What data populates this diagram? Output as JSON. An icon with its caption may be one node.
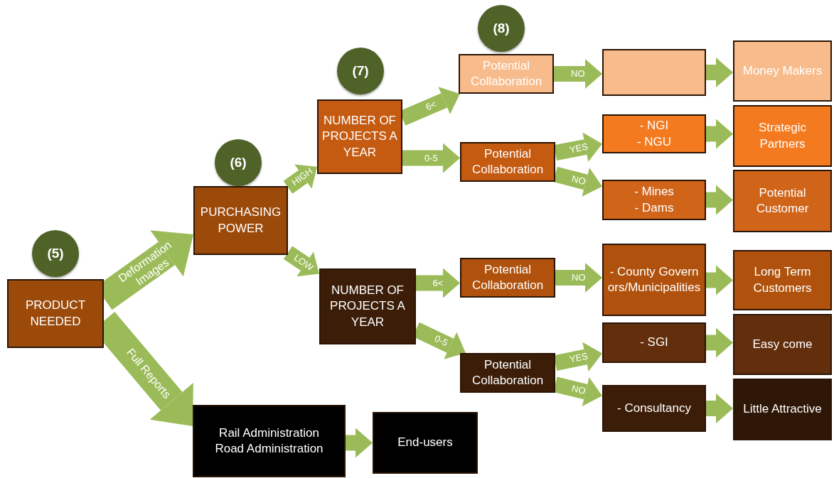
{
  "diagram": {
    "nodes": [
      {
        "text": [
          "(5)"
        ]
      },
      {
        "text": [
          "PRODUCT NEEDED"
        ]
      },
      {
        "text": [
          "(6)"
        ]
      },
      {
        "text": [
          "PURCHASING POWER"
        ]
      },
      {
        "text": [
          "(7)"
        ]
      },
      {
        "text": [
          "NUMBER OF PROJECTS A YEAR"
        ]
      },
      {
        "text": [
          "(8)"
        ]
      },
      {
        "text": [
          "Potential Collaboration"
        ]
      },
      {
        "text": [],
        "shape": "box"
      },
      {
        "text": [
          "Money Makers"
        ]
      },
      {
        "text": [
          "Potential Collaboration"
        ]
      },
      {
        "text": [
          "- NGI",
          "- NGU"
        ]
      },
      {
        "text": [
          "Strategic Partners"
        ]
      },
      {
        "text": [
          "- Mines",
          "- Dams"
        ]
      },
      {
        "text": [
          "Potential Customer"
        ]
      },
      {
        "text": [
          "NUMBER OF PROJECTS A YEAR"
        ]
      },
      {
        "text": [
          "Potential Collaboration"
        ]
      },
      {
        "text": [
          "- County Governors/Municipalities"
        ]
      },
      {
        "text": [
          "Long Term Customers"
        ]
      },
      {
        "text": [
          "Potential Collaboration"
        ]
      },
      {
        "text": [
          "- SGI"
        ]
      },
      {
        "text": [
          "Easy come"
        ]
      },
      {
        "text": [
          "- Consultancy"
        ]
      },
      {
        "text": [
          "Little Attractive"
        ]
      },
      {
        "text": [
          "Rail Administration",
          "Road Administration"
        ]
      },
      {
        "text": [
          "End-users"
        ]
      }
    ],
    "edges": [
      {
        "from": 1,
        "to": 3,
        "arrow": "to",
        "label": "Deformation Images",
        "style": "thick"
      },
      {
        "from": 1,
        "to": 24,
        "arrow": "to",
        "label": "Full Reports",
        "style": "thick"
      },
      {
        "from": 3,
        "to": 5,
        "arrow": "to",
        "label": "HIGH"
      },
      {
        "from": 3,
        "to": 15,
        "arrow": "to",
        "label": "LOW"
      },
      {
        "from": 5,
        "to": 7,
        "arrow": "to",
        "label": "6<"
      },
      {
        "from": 5,
        "to": 10,
        "arrow": "to",
        "label": "0-5"
      },
      {
        "from": 7,
        "to": 8,
        "arrow": "to",
        "label": "NO"
      },
      {
        "from": 8,
        "to": 9,
        "arrow": "to"
      },
      {
        "from": 10,
        "to": 11,
        "arrow": "to",
        "label": "YES"
      },
      {
        "from": 10,
        "to": 13,
        "arrow": "to",
        "label": "NO"
      },
      {
        "from": 11,
        "to": 12,
        "arrow": "to"
      },
      {
        "from": 13,
        "to": 14,
        "arrow": "to"
      },
      {
        "from": 15,
        "to": 16,
        "arrow": "to",
        "label": "6<"
      },
      {
        "from": 15,
        "to": 19,
        "arrow": "to",
        "label": "0-5"
      },
      {
        "from": 16,
        "to": 17,
        "arrow": "to",
        "label": "NO"
      },
      {
        "from": 17,
        "to": 18,
        "arrow": "to"
      },
      {
        "from": 19,
        "to": 20,
        "arrow": "to",
        "label": "YES"
      },
      {
        "from": 19,
        "to": 22,
        "arrow": "to",
        "label": "NO"
      },
      {
        "from": 20,
        "to": 21,
        "arrow": "to"
      },
      {
        "from": 22,
        "to": 23,
        "arrow": "to"
      },
      {
        "from": 24,
        "to": 25,
        "arrow": "to"
      }
    ]
  }
}
